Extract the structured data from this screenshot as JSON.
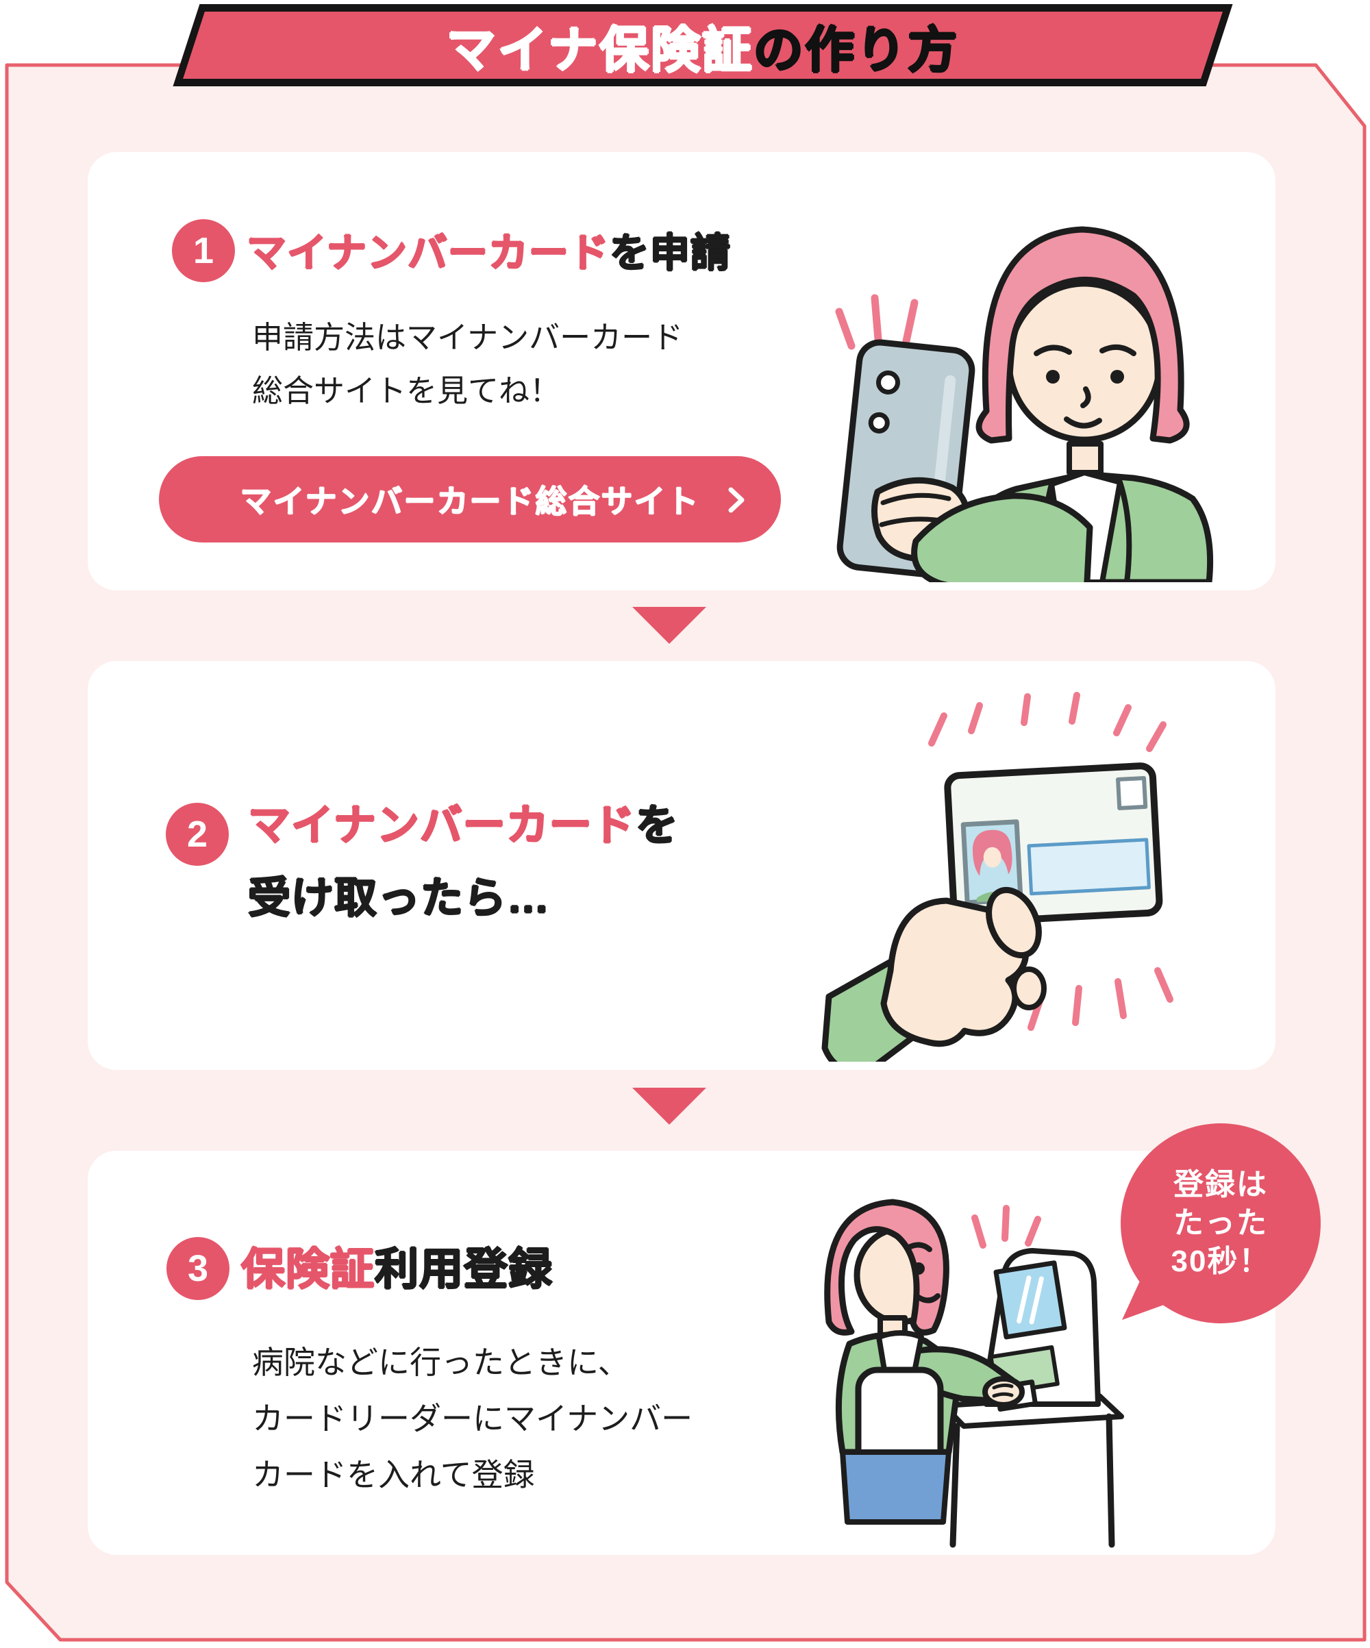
{
  "colors": {
    "accent": "#E5566A",
    "panel_bg": "#FCEFED",
    "panel_border": "#E8616C",
    "card_bg": "#FFFFFF",
    "text_black": "#1D1D1D",
    "title_black": "#111111",
    "sparkle_pink": "#EE7A8E",
    "hair_pink": "#F095A5",
    "skin": "#FBE8D6",
    "jacket_green": "#9FCF9B",
    "phone_gray": "#BCCDD3",
    "photo_frame_gray": "#7A8C93",
    "photo_bg_blue": "#BFE2EE",
    "field_blue": "#DDEFF9",
    "field_border_blue": "#5B9BC8",
    "screen_blue": "#A9D9EF",
    "reader_panel_green": "#B8DCB4",
    "skirt_blue": "#72A0D4"
  },
  "title": {
    "accent_text": "マイナ保険証",
    "rest_text": "の作り方"
  },
  "steps": [
    {
      "number": "1",
      "heading_accent": "マイナンバーカード",
      "heading_rest": "を申請",
      "body_lines": [
        "申請方法はマイナンバーカード",
        "総合サイトを見てね！"
      ],
      "button_label": "マイナンバーカード総合サイト",
      "illustration": "woman-taking-selfie-with-smartphone"
    },
    {
      "number": "2",
      "heading_accent": "マイナンバーカード",
      "heading_rest": "を",
      "heading_line2": "受け取ったら…",
      "illustration": "hand-holding-mynumber-card"
    },
    {
      "number": "3",
      "heading_accent": "保険証",
      "heading_rest": "利用登録",
      "body_lines": [
        "病院などに行ったときに、",
        "カードリーダーにマイナンバー",
        "カードを入れて登録"
      ],
      "bubble_lines": [
        "登録は",
        "たった",
        "30秒！"
      ],
      "illustration": "woman-registering-at-card-reader"
    }
  ],
  "icons": {
    "button_chevron": "chevron-right",
    "flow_arrow": "down-triangle"
  }
}
